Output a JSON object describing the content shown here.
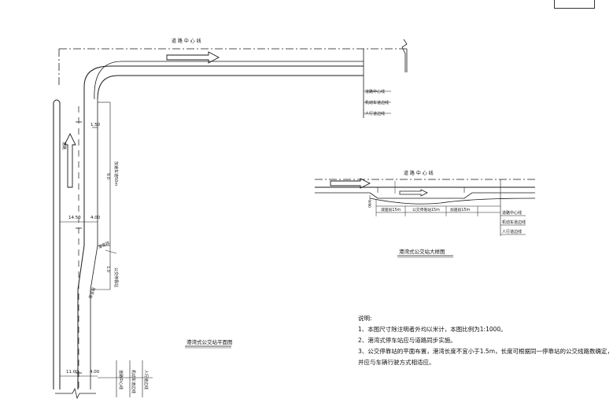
{
  "labels": {
    "road_center_top": "道 路 中 心 线",
    "road_center_right": "道 路 中 心 线",
    "left_vertical": "道路",
    "dim_050": "1.50",
    "dim_1450": "14.50",
    "dim_400_mid": "4.00",
    "dim_400_bottom": "4.00",
    "dim_1100": "11.00",
    "seg_9": "9.0",
    "seg_1": "1.0",
    "lane_mid": "加速车道50m",
    "taper_left": "渐变段",
    "taper_bottom": "渐变段",
    "bus_stop_vertical": "公交停靠站",
    "r_legend": [
      "道路中心线",
      "机动车道边线",
      "人行道边线"
    ],
    "b_legend": [
      "道路中心线",
      "机动车道边线",
      "人行道边线"
    ],
    "rr_legend": [
      "道路中心线",
      "机动车道边线",
      "人行道边线"
    ],
    "r_seg_left": "减速段15m",
    "r_seg_mid": "公交停靠站15m",
    "r_seg_right": "加速段15m",
    "r_dim": "3.50"
  },
  "captions": {
    "left": "港湾式公交站平面图",
    "right": "港湾式公交站大样图"
  },
  "notes": {
    "title": "说明:",
    "lines": [
      "1、本图尺寸除注明者外均以米计，本图比例为1:1000。",
      "2、港湾式停车站应与道路同步实施。",
      "3、公交停靠站的平面布置，港湾长度不宜小于1.5m，长度可根据同一停靠站的公交线路数确定，",
      "    并应与车辆行驶方式相适应。"
    ]
  },
  "colors": {
    "line": "#1a1a1a",
    "dash": "#333333"
  }
}
